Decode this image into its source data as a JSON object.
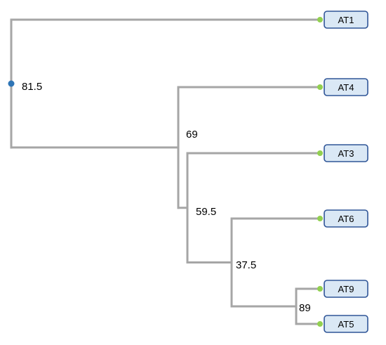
{
  "tree": {
    "leaves": [
      {
        "id": "AT1",
        "label": "AT1"
      },
      {
        "id": "AT4",
        "label": "AT4"
      },
      {
        "id": "AT3",
        "label": "AT3"
      },
      {
        "id": "AT6",
        "label": "AT6"
      },
      {
        "id": "AT9",
        "label": "AT9"
      },
      {
        "id": "AT5",
        "label": "AT5"
      }
    ],
    "nodes": [
      {
        "id": "root",
        "support": "81.5",
        "children": [
          "AT1",
          "n69"
        ]
      },
      {
        "id": "n69",
        "support": "69",
        "children": [
          "AT4",
          "n59"
        ]
      },
      {
        "id": "n59",
        "support": "59.5",
        "children": [
          "AT3",
          "n37"
        ]
      },
      {
        "id": "n37",
        "support": "37.5",
        "children": [
          "AT6",
          "n89"
        ]
      },
      {
        "id": "n89",
        "support": "89",
        "children": [
          "AT9",
          "AT5"
        ]
      }
    ],
    "colors": {
      "branch": "#a6a6a6",
      "leaf_marker": "#92d050",
      "root_marker": "#2e75b6",
      "leaf_fill": "#dae8f5",
      "leaf_border": "#2f5597"
    }
  }
}
